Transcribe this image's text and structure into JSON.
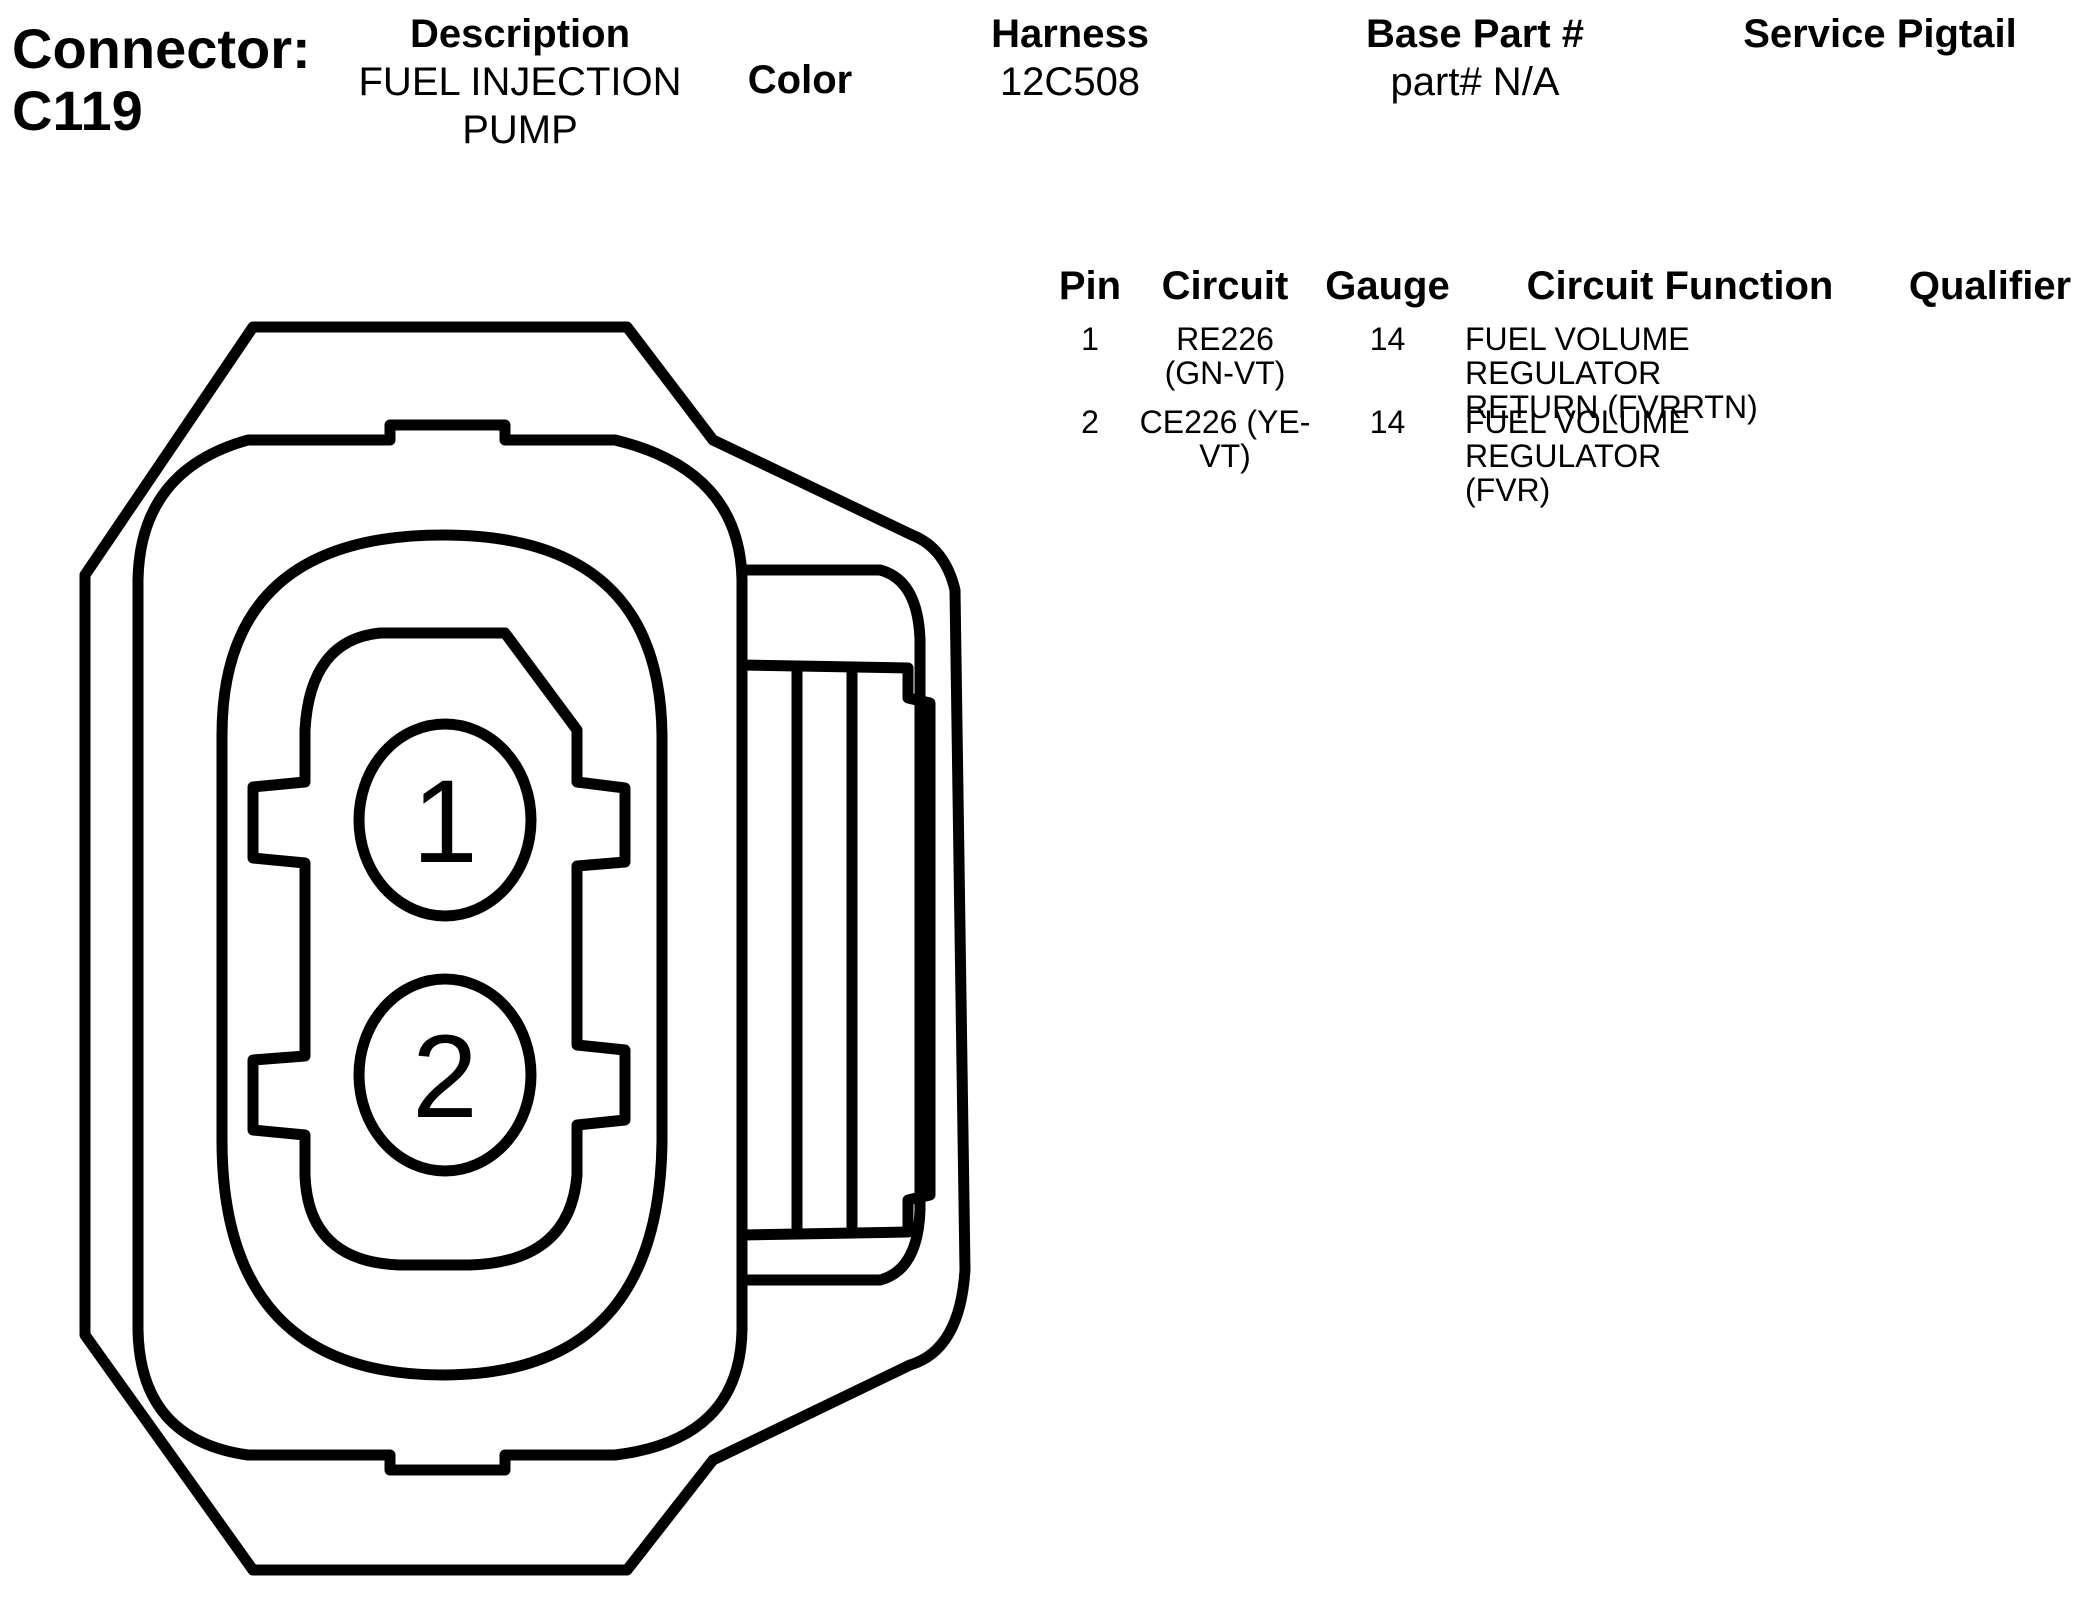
{
  "connector": {
    "label": "Connector:",
    "id": "C119"
  },
  "header": {
    "description": {
      "label": "Description",
      "value_line1": "FUEL INJECTION",
      "value_line2": "PUMP"
    },
    "color": {
      "label": "Color"
    },
    "harness": {
      "label": "Harness",
      "value": "12C508"
    },
    "base_part": {
      "label": "Base Part #",
      "value": "part# N/A"
    },
    "service_pigtail": {
      "label": "Service Pigtail"
    }
  },
  "pin_table": {
    "columns": [
      "Pin",
      "Circuit",
      "Gauge",
      "Circuit Function",
      "Qualifier"
    ],
    "rows": [
      {
        "pin": "1",
        "circuit_line1": "RE226",
        "circuit_line2": "(GN-VT)",
        "gauge": "14",
        "function_line1": "FUEL VOLUME REGULATOR",
        "function_line2": "RETURN (FVRRTN)"
      },
      {
        "pin": "2",
        "circuit_line1": "CE226 (YE-",
        "circuit_line2": "VT)",
        "gauge": "14",
        "function_line1": "FUEL VOLUME REGULATOR",
        "function_line2": "(FVR)"
      }
    ]
  },
  "diagram": {
    "pin_labels": [
      "1",
      "2"
    ]
  }
}
